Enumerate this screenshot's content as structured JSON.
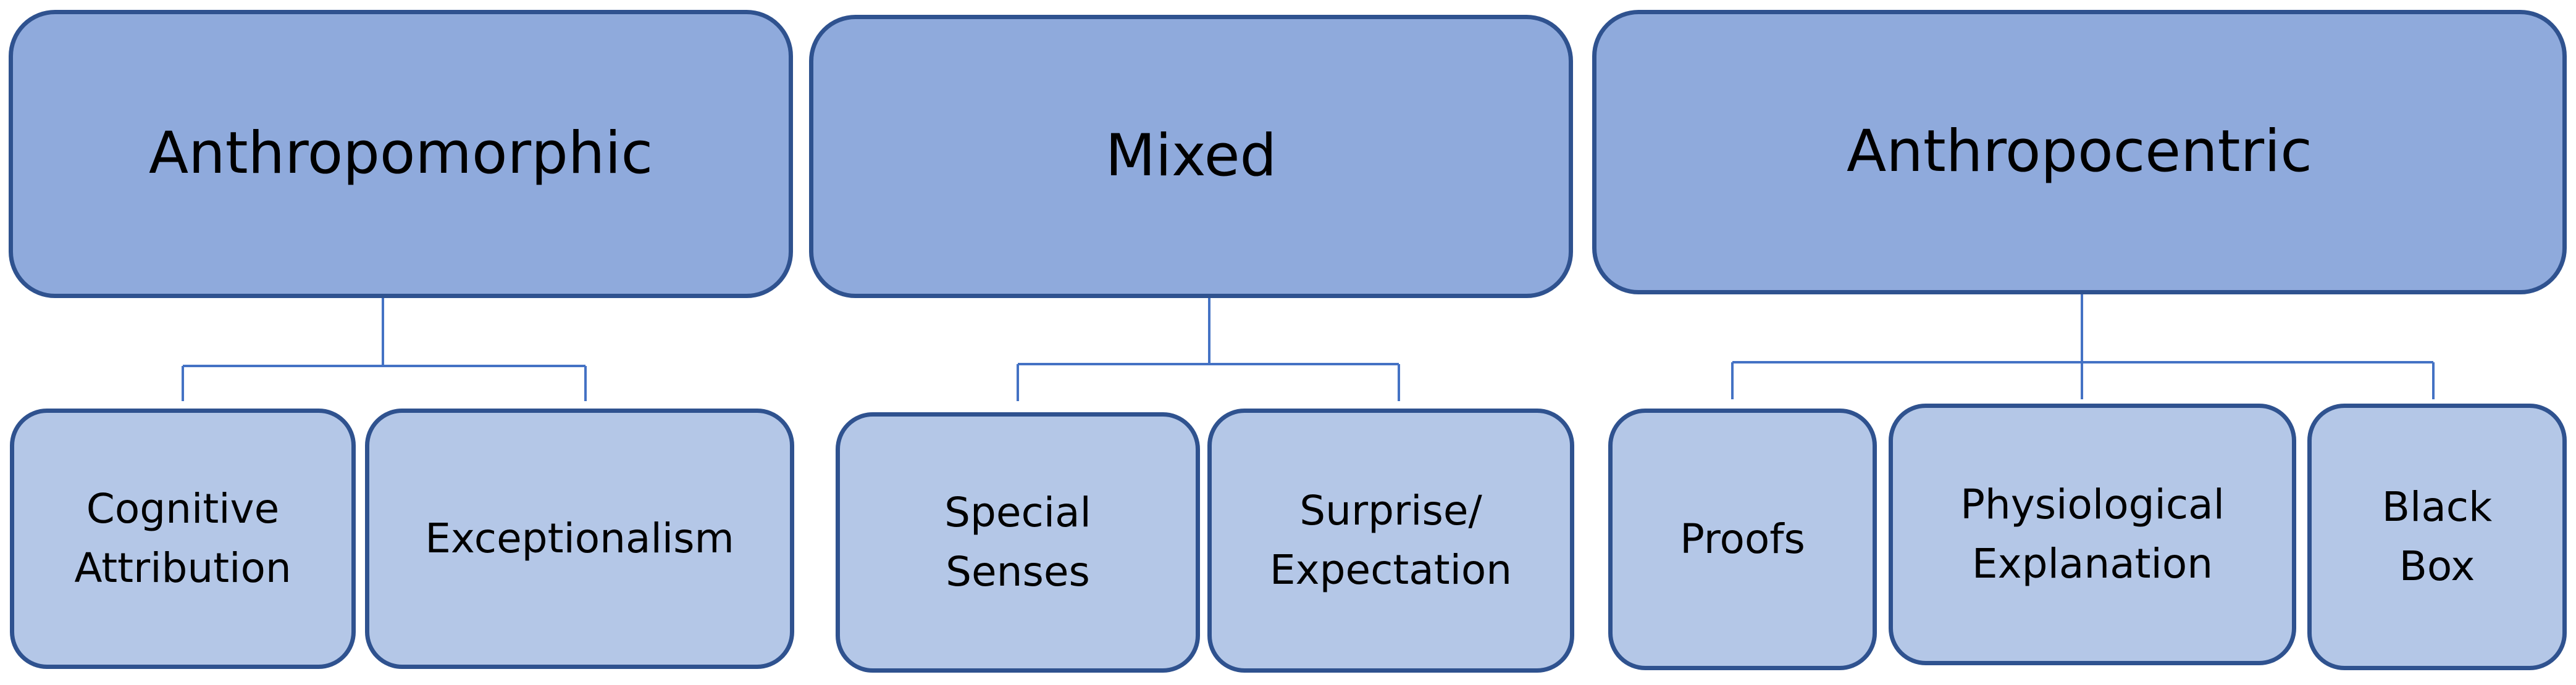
{
  "categories": [
    {
      "label": "Anthropomorphic",
      "children": [
        "Cognitive\nAttribution",
        "Exceptionalism"
      ]
    },
    {
      "label": "Mixed",
      "children": [
        "Special\nSenses",
        "Surprise/\nExpectation"
      ]
    },
    {
      "label": "Anthropocentric",
      "children": [
        "Proofs",
        "Physiological\nExplanation",
        "Black\nBox"
      ]
    }
  ],
  "colors": {
    "parent_fill": "#8faadc",
    "child_fill": "#b4c7e7",
    "border": "#2f528f",
    "connector": "#4472c4"
  }
}
